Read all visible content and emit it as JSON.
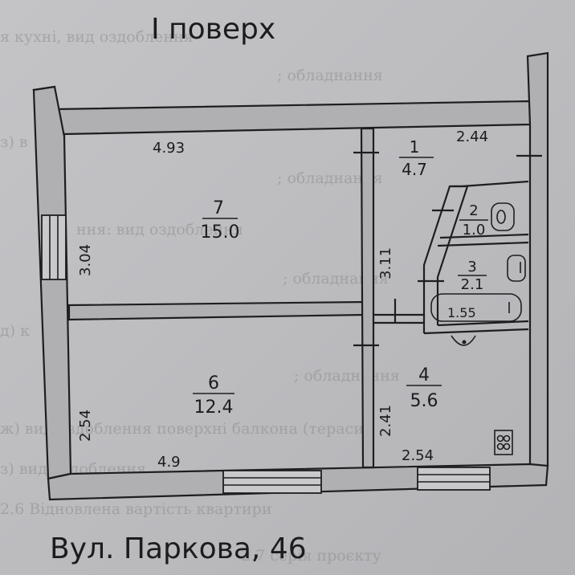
{
  "plan_title": "I поверх",
  "address": "Вул. Паркова, 46",
  "rooms": [
    {
      "number": "1",
      "area": "4.7"
    },
    {
      "number": "2",
      "area": "1.0"
    },
    {
      "number": "3",
      "area": "2.1"
    },
    {
      "number": "4",
      "area": "5.6"
    },
    {
      "number": "6",
      "area": "12.4"
    },
    {
      "number": "7",
      "area": "15.0"
    }
  ],
  "dimensions": {
    "room7_width": "4.93",
    "room7_height": "3.04",
    "room6_width": "4.9",
    "room6_height": "2.54",
    "partition_upper": "3.11",
    "partition_lower": "2.41",
    "room1_width": "2.44",
    "room4_width": "2.54",
    "bathtub_length": "1.55"
  },
  "form_background": {
    "line_a": "я кухні, вид оздоблення",
    "line_b": "; обладнання",
    "line_c": "з) в",
    "line_d": "; обладнання",
    "line_e": "ння: вид оздоблення",
    "line_f": "; обладнання",
    "line_g": "д) к",
    "line_h": "; обладнання",
    "line_i": "ж) вид оздоблення поверхні балкона (тераси)",
    "line_j": "з) вид оздоблення",
    "line_k": "2.6  Відновлена вартість квартири",
    "line_l": "2.7  серія проєкту"
  }
}
